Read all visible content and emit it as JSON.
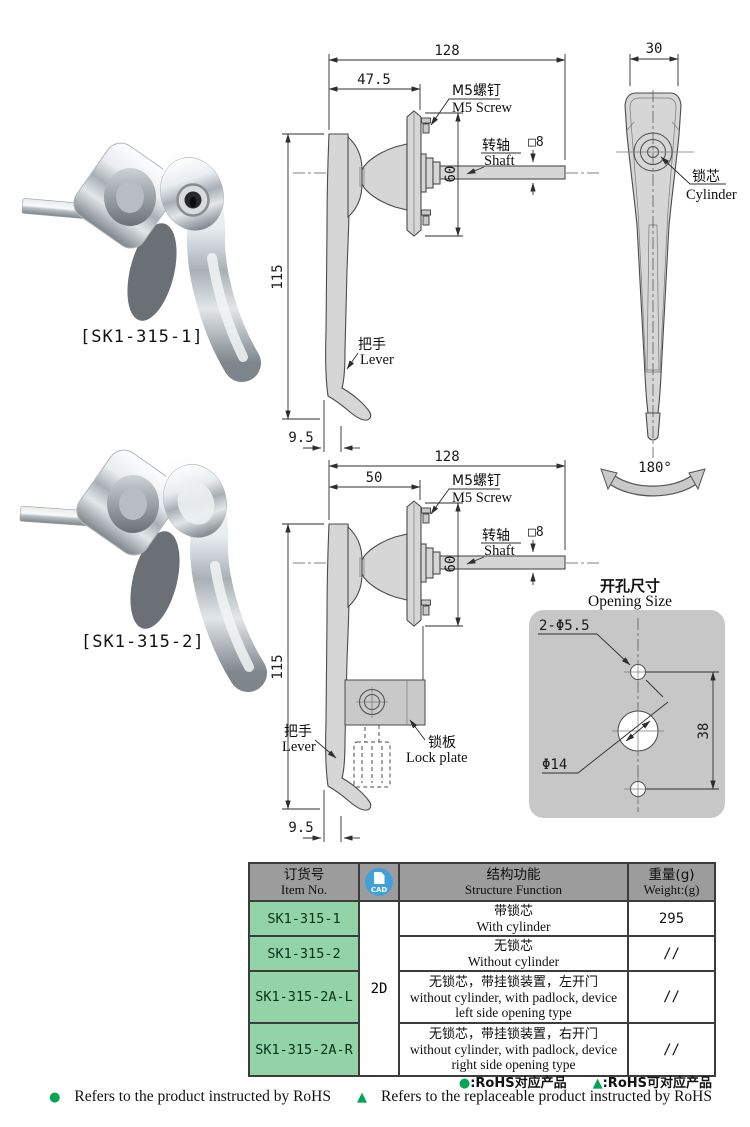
{
  "photos": {
    "p1_label": "[SK1-315-1]",
    "p2_label": "[SK1-315-2]"
  },
  "drawing1": {
    "dim_total": "128",
    "dim_offset": "47.5",
    "dim_plate": "60",
    "dim_length": "115",
    "dim_hook": "9.5",
    "dim_shaft_sq": "□8",
    "screw_cn": "M5螺钉",
    "screw_en": "M5 Screw",
    "shaft_cn": "转轴",
    "shaft_en": "Shaft",
    "lever_cn": "把手",
    "lever_en": "Lever"
  },
  "side_view": {
    "dim_width": "30",
    "cylinder_cn": "锁芯",
    "cylinder_en": "Cylinder",
    "rotation": "180°"
  },
  "drawing2": {
    "dim_total": "128",
    "dim_offset": "50",
    "dim_plate": "60",
    "dim_length": "115",
    "dim_hook": "9.5",
    "dim_shaft_sq": "□8",
    "screw_cn": "M5螺钉",
    "screw_en": "M5 Screw",
    "shaft_cn": "转轴",
    "shaft_en": "Shaft",
    "lever_cn": "把手",
    "lever_en": "Lever",
    "lockplate_cn": "锁板",
    "lockplate_en": "Lock plate"
  },
  "opening_size": {
    "title_cn": "开孔尺寸",
    "title_en": "Opening Size",
    "dim_holes": "2-Φ5.5",
    "dim_center": "Φ14",
    "dim_spacing": "38"
  },
  "table": {
    "header": {
      "item_cn": "订货号",
      "item_en": "Item No.",
      "cad_label": "CAD",
      "function_cn": "结构功能",
      "function_en": "Structure Function",
      "weight_cn": "重量(g)",
      "weight_en": "Weight:(g)"
    },
    "format_label": "2D",
    "rows": [
      {
        "item": "SK1-315-1",
        "function_cn": "带锁芯",
        "function_en": "With cylinder",
        "weight": "295"
      },
      {
        "item": "SK1-315-2",
        "function_cn": "无锁芯",
        "function_en": "Without cylinder",
        "weight": "//"
      },
      {
        "item": "SK1-315-2A-L",
        "function_cn": "无锁芯，带挂锁装置，左开门",
        "function_en": "without cylinder, with padlock, device left side opening type",
        "weight": "//"
      },
      {
        "item": "SK1-315-2A-R",
        "function_cn": "无锁芯，带挂锁装置，右开门",
        "function_en": "without cylinder, with padlock, device right side opening type",
        "weight": "//"
      }
    ]
  },
  "legend": {
    "dot_char": "●",
    "tri_char": "▲",
    "dot_cn": ":RoHS对应产品",
    "tri_cn": ":RoHS可对应产品",
    "dot_en": "Refers to the product instructed by RoHS",
    "tri_en": "Refers to the replaceable product instructed by RoHS"
  },
  "colors": {
    "item_cell_green": "#92d4a8",
    "header_gray": "#9c9c9c",
    "cad_icon_blue": "#3ea2d9",
    "rohs_green": "#00a651",
    "drawing_fill": "#d6d6d6",
    "panel_gray": "#c7c7c7"
  }
}
